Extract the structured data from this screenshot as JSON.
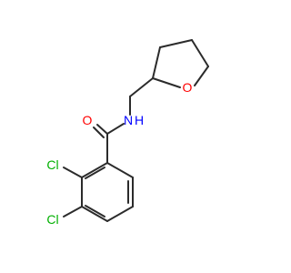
{
  "molecule": {
    "atoms": [
      {
        "id": "O_carbonyl",
        "label": "O",
        "color": "#ff0000"
      },
      {
        "id": "N_amide",
        "label": "N",
        "color": "#0000ff"
      },
      {
        "id": "H_amide",
        "label": "H",
        "color": "#0000ff"
      },
      {
        "id": "O_ring",
        "label": "O",
        "color": "#ff0000"
      },
      {
        "id": "Cl_2",
        "label": "Cl",
        "color": "#00b000"
      },
      {
        "id": "Cl_3",
        "label": "Cl",
        "color": "#00b000"
      }
    ],
    "bond_color": "#2b2b2b"
  }
}
